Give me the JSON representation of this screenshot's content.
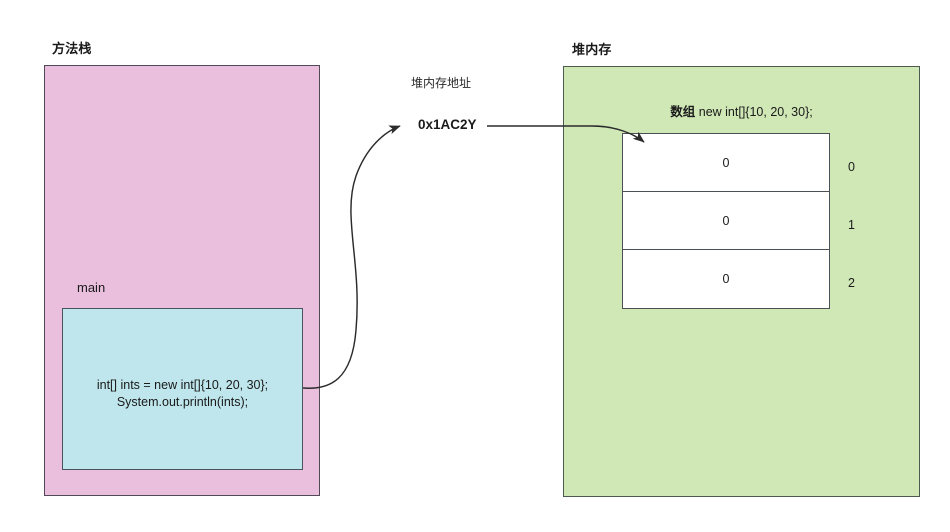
{
  "diagram": {
    "title_stack": "方法栈",
    "title_heap": "堆内存",
    "address_label": "堆内存地址",
    "address_value": "0x1AC2Y",
    "frame_name": "main",
    "code_line_1": "int[] ints = new int[]{10, 20, 30};",
    "code_line_2": "System.out.println(ints);",
    "heap_caption_bold": "数组",
    "heap_caption_rest": " new int[]{10, 20, 30};",
    "array": {
      "cells": [
        {
          "value": "0",
          "index": "0"
        },
        {
          "value": "0",
          "index": "1"
        },
        {
          "value": "0",
          "index": "2"
        }
      ]
    },
    "colors": {
      "stack_fill": "#eabfdd",
      "stack_border": "#4f4a55",
      "code_fill": "#bfe6ec",
      "code_border": "#4a545c",
      "heap_fill": "#cfe8b6",
      "heap_border": "#4d5a50",
      "cell_fill": "#ffffff",
      "cell_border": "#4a5054",
      "arrow": "#2b2b2b",
      "background": "#ffffff"
    }
  }
}
